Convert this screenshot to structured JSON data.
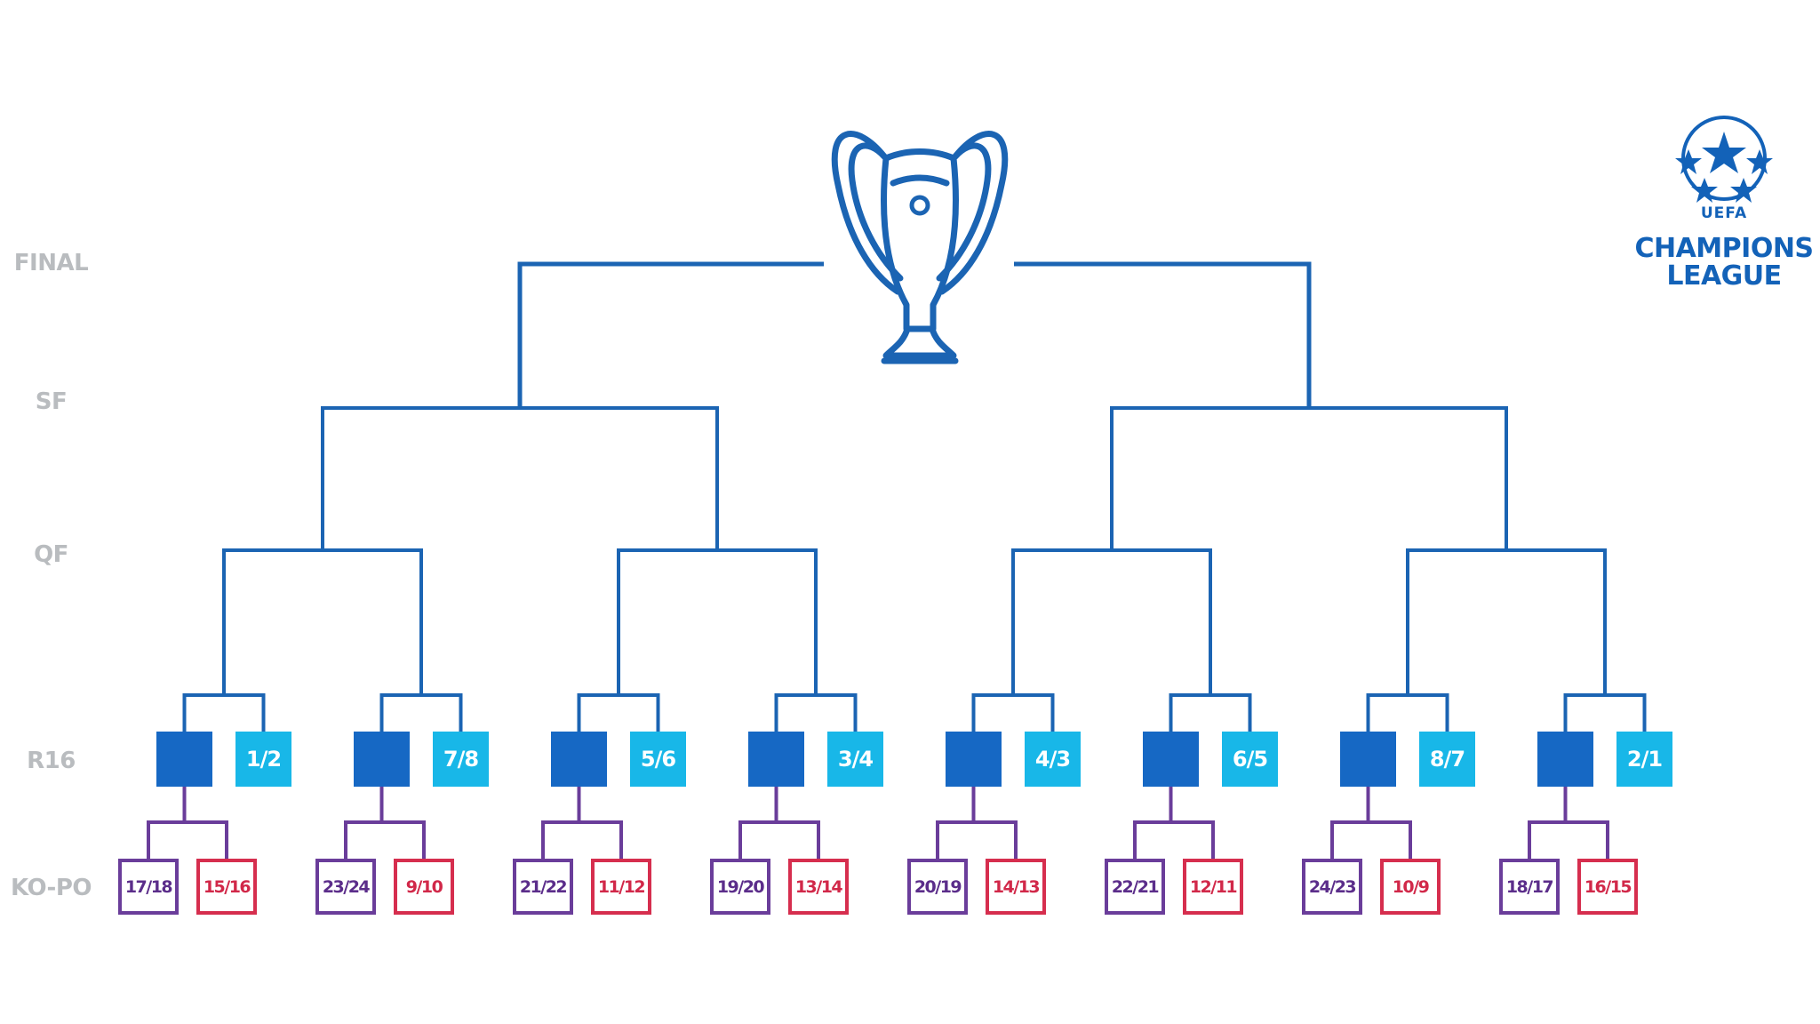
{
  "rounds": {
    "final": "FINAL",
    "sf": "SF",
    "qf": "QF",
    "r16": "R16",
    "kopo": "KO-PO"
  },
  "logo": {
    "uefa": "UEFA",
    "line1": "CHAMPIONS",
    "line2": "LEAGUE"
  },
  "r16_seeds": [
    "1/2",
    "7/8",
    "5/6",
    "3/4",
    "4/3",
    "6/5",
    "8/7",
    "2/1"
  ],
  "kopo_pairs": [
    [
      "17/18",
      "15/16"
    ],
    [
      "23/24",
      "9/10"
    ],
    [
      "21/22",
      "11/12"
    ],
    [
      "19/20",
      "13/14"
    ],
    [
      "20/19",
      "14/13"
    ],
    [
      "22/21",
      "12/11"
    ],
    [
      "24/23",
      "10/9"
    ],
    [
      "18/17",
      "16/15"
    ]
  ],
  "colors": {
    "bracket": "#1b64b3",
    "r16_dark": "#1668c4",
    "r16_light": "#18b7e8",
    "kopo_purple": "#6a3d9a",
    "kopo_red": "#d62e4e",
    "round_label": "#b9bcbf"
  }
}
